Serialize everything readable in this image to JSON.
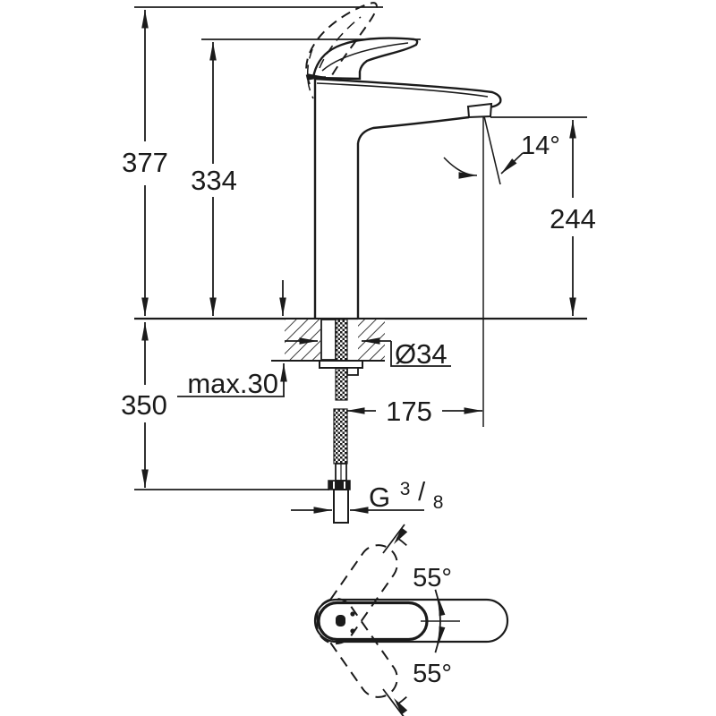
{
  "canvas": {
    "background": "#ffffff",
    "line_color": "#1b1b1b"
  },
  "side_view": {
    "dim_total_height": "377",
    "dim_body_height": "334",
    "dim_spout_angle": "14°",
    "dim_outlet_height": "244",
    "dim_deck_max": "max.30",
    "dim_hole_diameter": "Ø34",
    "dim_spout_reach": "175",
    "dim_hose_length": "350",
    "thread": {
      "letter": "G",
      "numerator": "3",
      "slash": "/",
      "denominator": "8"
    }
  },
  "top_view": {
    "dim_swing_upper": "55°",
    "dim_swing_lower": "55°"
  }
}
